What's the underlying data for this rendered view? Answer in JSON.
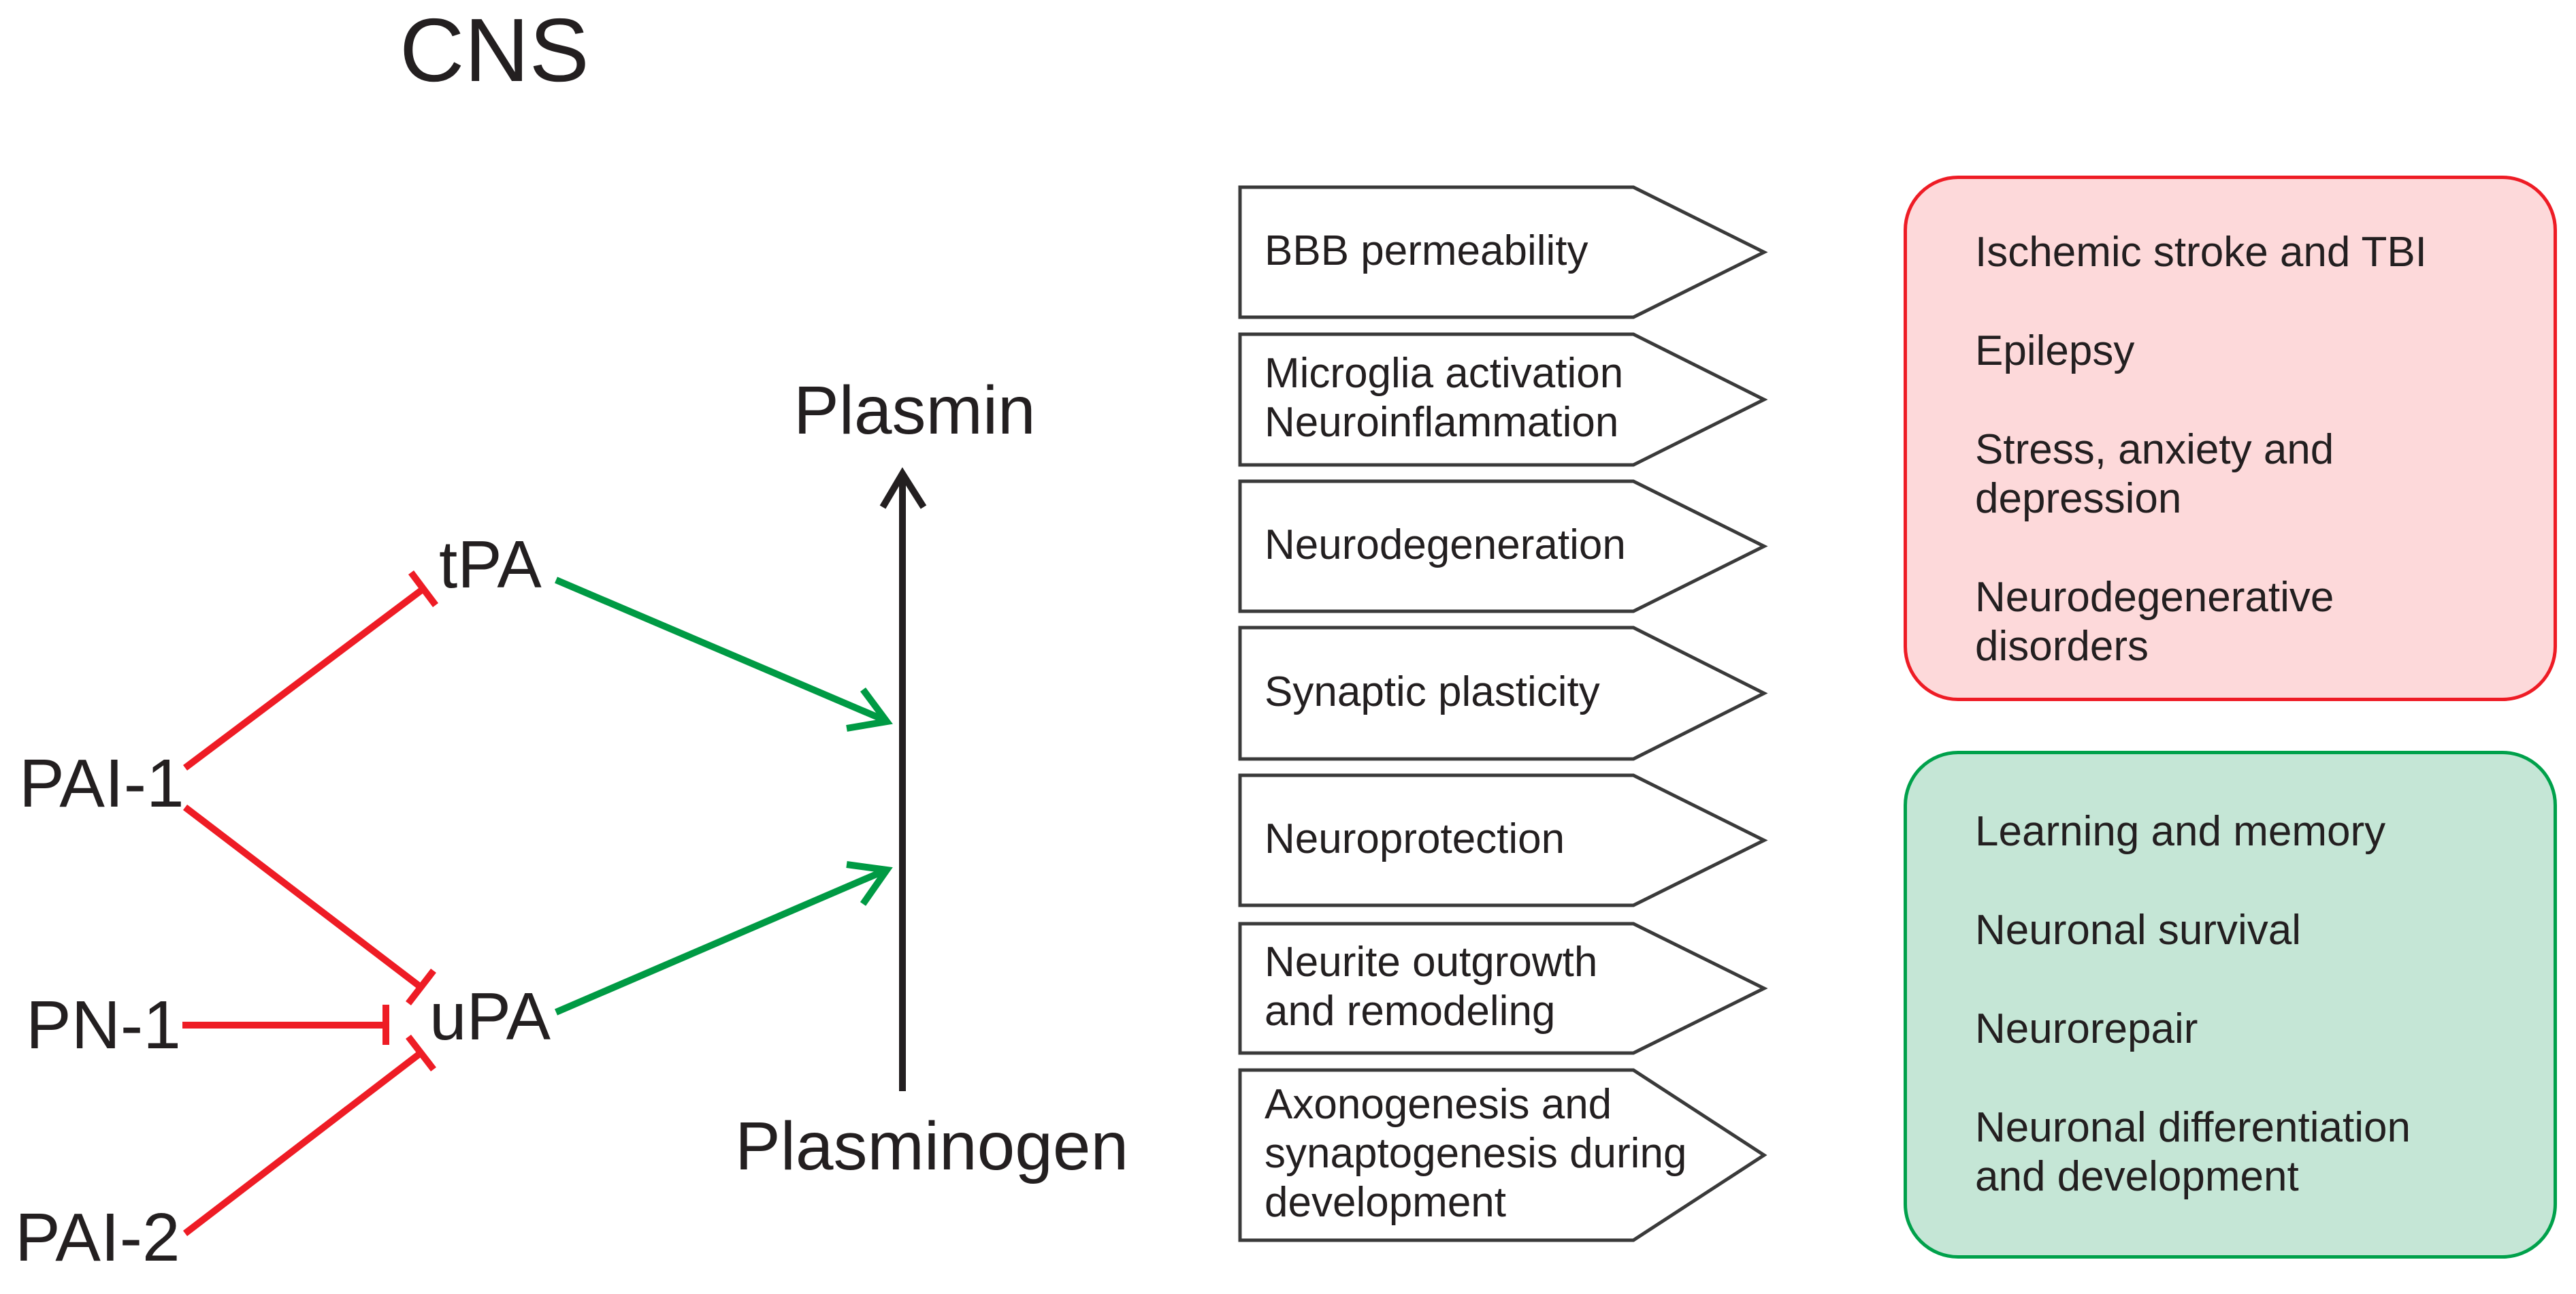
{
  "title": "CNS",
  "pathway": {
    "inhibitors": [
      {
        "id": "pai1",
        "label": "PAI-1"
      },
      {
        "id": "pn1",
        "label": "PN-1"
      },
      {
        "id": "pai2",
        "label": "PAI-2"
      }
    ],
    "activators": [
      {
        "id": "tpa",
        "label": "tPA"
      },
      {
        "id": "upa",
        "label": "uPA"
      }
    ],
    "substrate": "Plasminogen",
    "product": "Plasmin",
    "inhibitions": [
      {
        "from": "PAI-1",
        "to": "tPA"
      },
      {
        "from": "PAI-1",
        "to": "uPA"
      },
      {
        "from": "PN-1",
        "to": "uPA"
      },
      {
        "from": "PAI-2",
        "to": "uPA"
      }
    ],
    "activations": [
      {
        "from": "tPA",
        "to": "Plasminogen → Plasmin"
      },
      {
        "from": "uPA",
        "to": "Plasminogen → Plasmin"
      }
    ],
    "colors": {
      "inhibition": "#ee1c25",
      "activation": "#009a44",
      "conversion": "#231f20"
    }
  },
  "processes": [
    {
      "lines": [
        "BBB permeability"
      ]
    },
    {
      "lines": [
        "Microglia activation",
        "Neuroinflammation"
      ]
    },
    {
      "lines": [
        "Neurodegeneration"
      ]
    },
    {
      "lines": [
        "Synaptic plasticity"
      ]
    },
    {
      "lines": [
        "Neuroprotection"
      ]
    },
    {
      "lines": [
        "Neurite outgrowth",
        "and remodeling"
      ]
    },
    {
      "lines": [
        "Axonogenesis and",
        "synaptogenesis during",
        "development"
      ]
    }
  ],
  "outcomes": {
    "harmful": {
      "color_fill": "#fdd9da",
      "color_border": "#ee1c25",
      "items": [
        {
          "lines": [
            "Ischemic stroke and TBI"
          ]
        },
        {
          "lines": [
            "Epilepsy"
          ]
        },
        {
          "lines": [
            "Stress, anxiety and",
            "depression"
          ]
        },
        {
          "lines": [
            "Neurodegenerative",
            "disorders"
          ]
        }
      ]
    },
    "beneficial": {
      "color_fill": "#c5e6d6",
      "color_border": "#00a14b",
      "items": [
        {
          "lines": [
            "Learning and memory"
          ]
        },
        {
          "lines": [
            "Neuronal survival"
          ]
        },
        {
          "lines": [
            "Neurorepair"
          ]
        },
        {
          "lines": [
            "Neuronal differentiation",
            "and development"
          ]
        }
      ]
    }
  }
}
